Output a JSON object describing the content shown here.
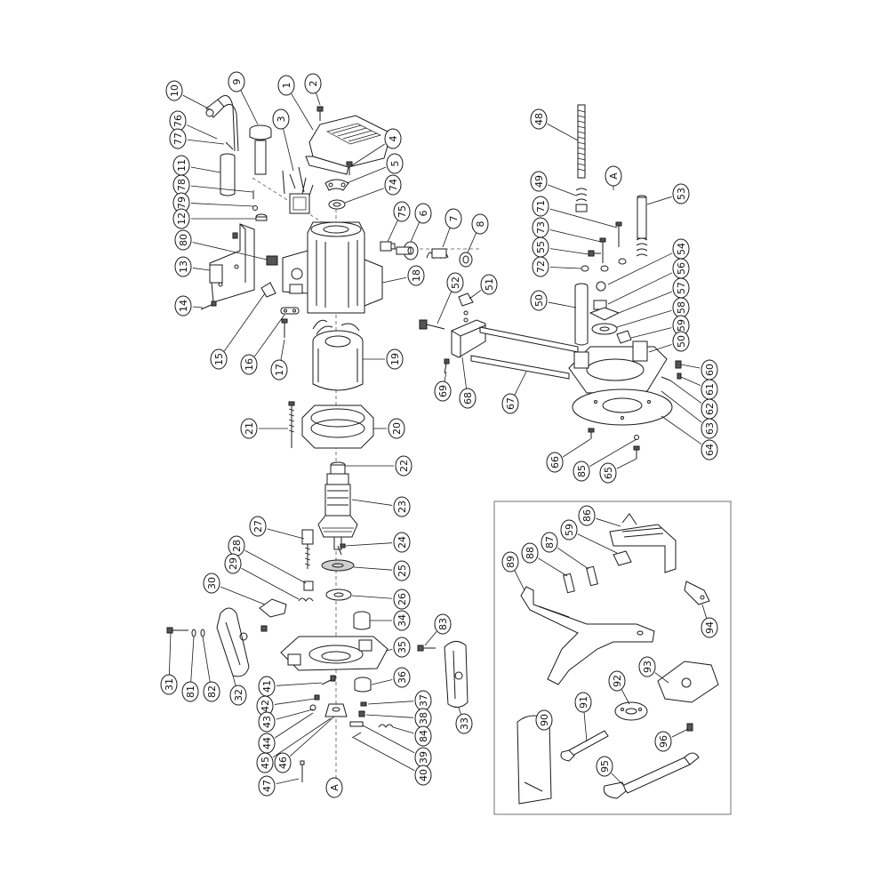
{
  "callouts": [
    "1",
    "2",
    "3",
    "4",
    "5",
    "6",
    "7",
    "8",
    "9",
    "10",
    "11",
    "12",
    "13",
    "14",
    "15",
    "16",
    "17",
    "18",
    "19",
    "20",
    "21",
    "22",
    "23",
    "24",
    "25",
    "26",
    "27",
    "28",
    "29",
    "30",
    "31",
    "32",
    "33",
    "34",
    "35",
    "36",
    "37",
    "38",
    "39",
    "40",
    "41",
    "42",
    "43",
    "44",
    "45",
    "46",
    "47",
    "48",
    "49",
    "50",
    "51",
    "52",
    "53",
    "54",
    "55",
    "56",
    "57",
    "58",
    "59",
    "60",
    "61",
    "62",
    "63",
    "64",
    "65",
    "66",
    "67",
    "68",
    "69",
    "71",
    "72",
    "73",
    "74",
    "75",
    "76",
    "77",
    "78",
    "79",
    "80",
    "81",
    "82",
    "83",
    "84",
    "85",
    "86",
    "87",
    "88",
    "89",
    "90",
    "91",
    "92",
    "93",
    "94",
    "95",
    "96",
    "A"
  ],
  "reference_mark": "A",
  "accessory_box_callouts": [
    "86",
    "87",
    "88",
    "89",
    "90",
    "91",
    "92",
    "93",
    "94",
    "95",
    "96",
    "59"
  ]
}
